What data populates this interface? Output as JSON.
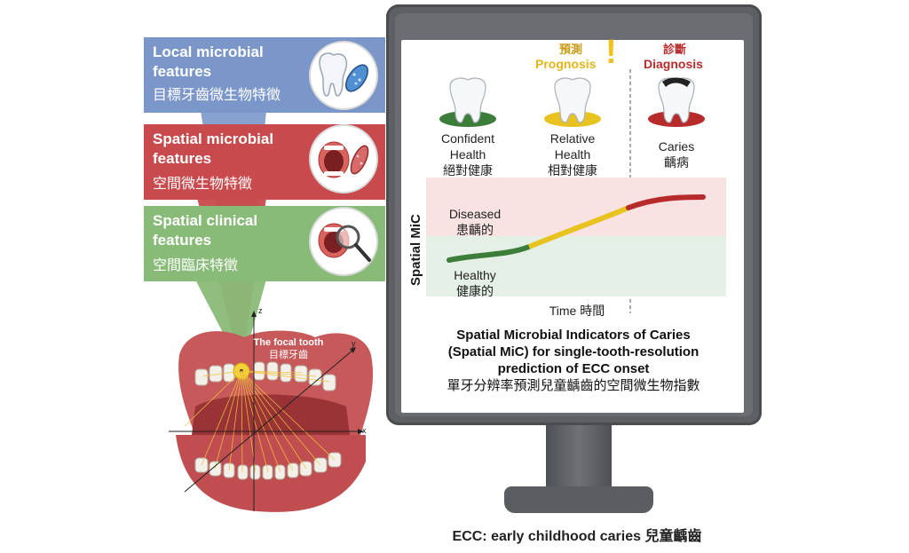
{
  "panels": {
    "local": {
      "title": "Local microbial features",
      "chinese": "目標牙齒微生物特徵",
      "color": "#7b97c9"
    },
    "spatial_microbial": {
      "title": "Spatial microbial features",
      "chinese": "空間微生物特徵",
      "color": "#c84a4c"
    },
    "spatial_clinical": {
      "title": "Spatial clinical features",
      "chinese": "空間臨床特徵",
      "color": "#89bb78"
    }
  },
  "jaw": {
    "focal_label": "The focal tooth",
    "focal_chinese": "目標牙齒",
    "axes": {
      "x": "x",
      "y": "y",
      "z": "z"
    }
  },
  "screen": {
    "prognosis_chinese": "預測",
    "prognosis": "Prognosis",
    "exclamation": "!",
    "diagnosis_chinese": "診斷",
    "diagnosis": "Diagnosis",
    "states": [
      {
        "line1": "Confident",
        "line2": "Health",
        "chinese": "絕對健康",
        "color": "#3d7d3a"
      },
      {
        "line1": "Relative",
        "line2": "Health",
        "chinese": "相對健康",
        "color": "#e8c31f"
      },
      {
        "line1": "Caries",
        "line2": "",
        "chinese": "齲病",
        "color": "#b72b2b"
      }
    ],
    "y_axis_label": "Spatial MiC",
    "diseased": "Diseased",
    "diseased_chinese": "患齲的",
    "healthy": "Healthy",
    "healthy_chinese": "健康的",
    "x_axis_label": "Time 時間",
    "title_lines": [
      "Spatial Microbial Indicators of Caries",
      "(Spatial MiC) for single-tooth-resolution",
      "prediction of ECC onset"
    ],
    "title_chinese": "單牙分辨率預測兒童齲齒的空間微生物指數"
  },
  "footer": {
    "text": "ECC: early childhood caries 兒童齲齒"
  },
  "colors": {
    "healthy_band": "#e4efe6",
    "diseased_band": "#f8e2e2",
    "monitor": "#5e6064"
  }
}
